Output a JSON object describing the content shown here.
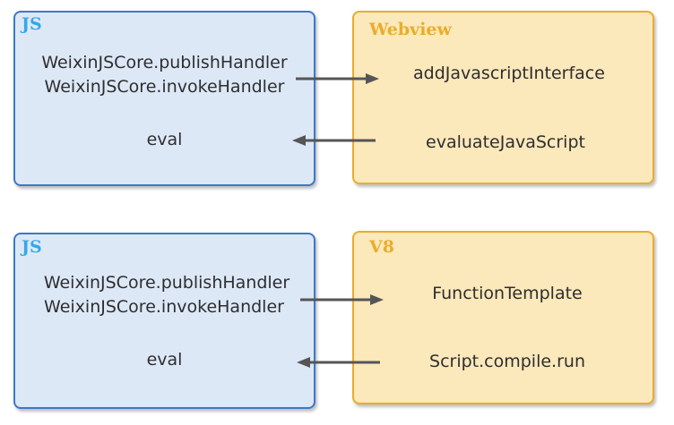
{
  "top": {
    "js_box": {
      "title": "JS",
      "line1": "WeixinJSCore.publishHandler",
      "line2": "WeixinJSCore.invokeHandler",
      "eval": "eval"
    },
    "engine_box": {
      "title": "Webview",
      "method1": "addJavascriptInterface",
      "method2": "evaluateJavaScript"
    }
  },
  "bottom": {
    "js_box": {
      "title": "JS",
      "line1": "WeixinJSCore.publishHandler",
      "line2": "WeixinJSCore.invokeHandler",
      "eval": "eval"
    },
    "engine_box": {
      "title": "V8",
      "method1": "FunctionTemplate",
      "method2": "Script.compile.run"
    }
  },
  "colors": {
    "js_fill": "#dde8f7",
    "js_border": "#3b78c8",
    "js_title": "#35a8e8",
    "engine_fill": "#fbe8bb",
    "engine_border": "#e9ad2b",
    "arrow": "#555555"
  }
}
